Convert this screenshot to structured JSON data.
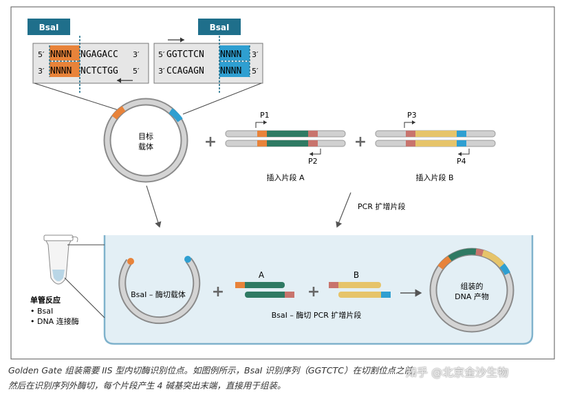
{
  "colors": {
    "enzyme_label_bg": "#1f6f8b",
    "orange_overhang": "#e8833a",
    "blue_overhang": "#2f9fd1",
    "insert_a_green": "#2f7a63",
    "insert_b_yellow": "#e6c46a",
    "pink_site": "#c8746d",
    "dna_grey": "#c9c9c9",
    "tube_bg": "#e3eff5",
    "tube_border": "#7fb2cc",
    "box_bg": "#e6e6e6"
  },
  "top_left_box": {
    "enzyme_label": "BsaI",
    "strand_top": {
      "end5": "5′",
      "overhang": "NNNN",
      "seq": "NGAGACC",
      "end3": "3′"
    },
    "strand_bottom": {
      "end3": "3′",
      "overhang": "NNNN",
      "seq": "NCTCTGG",
      "end5": "5′"
    }
  },
  "top_right_box": {
    "enzyme_label": "BsaI",
    "strand_top": {
      "end5": "5′",
      "seq": "GGTCTCN",
      "overhang": "NNNN",
      "end3": "3′"
    },
    "strand_bottom": {
      "end3": "3′",
      "seq": "CCAGAGN",
      "overhang": "NNNN",
      "end5": "5′"
    }
  },
  "target_vector_label": {
    "line1": "目标",
    "line2": "载体"
  },
  "insert_a": {
    "label": "插入片段 A",
    "primer_fwd": "P1",
    "primer_rev": "P2"
  },
  "insert_b": {
    "label": "插入片段 B",
    "primer_fwd": "P3",
    "primer_rev": "P4"
  },
  "pcr_label": "PCR 扩增片段",
  "plus": "+",
  "tube_notes": {
    "title": "单管反应",
    "item1": "• BsaI",
    "item2": "• DNA 连接酶"
  },
  "digested_vector_label": "BsaI – 酶切载体",
  "fragment_a_label": "A",
  "fragment_b_label": "B",
  "digested_pcr_label": "BsaI – 酶切 PCR 扩增片段",
  "product_label": {
    "line1": "组装的",
    "line2": "DNA 产物"
  },
  "caption": {
    "line1": "Golden Gate 组装需要 IIS 型内切酶识别位点。如图例所示，BsaI 识别序列（GGTCTC）在切割位点之前，",
    "line2": "然后在识别序列外酶切，每个片段产生 4 碱基突出末端，直接用于组装。"
  },
  "watermark": "知乎 @北京金沙生物"
}
